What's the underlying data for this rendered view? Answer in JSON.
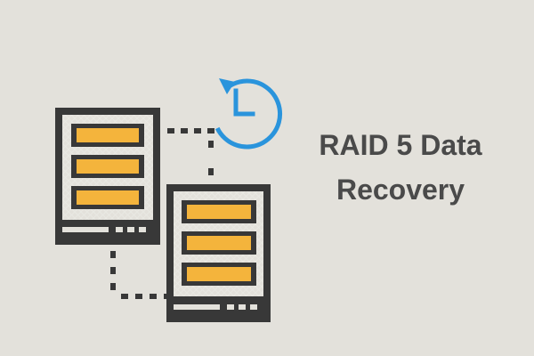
{
  "title": {
    "line1": "RAID 5 Data",
    "line2": "Recovery"
  },
  "colors": {
    "background": "#e3e1db",
    "server_outline": "#383838",
    "drive_fill": "#f4b43c",
    "clock_blue": "#2a94dc",
    "text": "#4a4a4a"
  },
  "icons": {
    "server_left": "server-icon",
    "server_right": "server-icon",
    "clock": "history-clock-icon",
    "connector": "dotted-connector"
  }
}
